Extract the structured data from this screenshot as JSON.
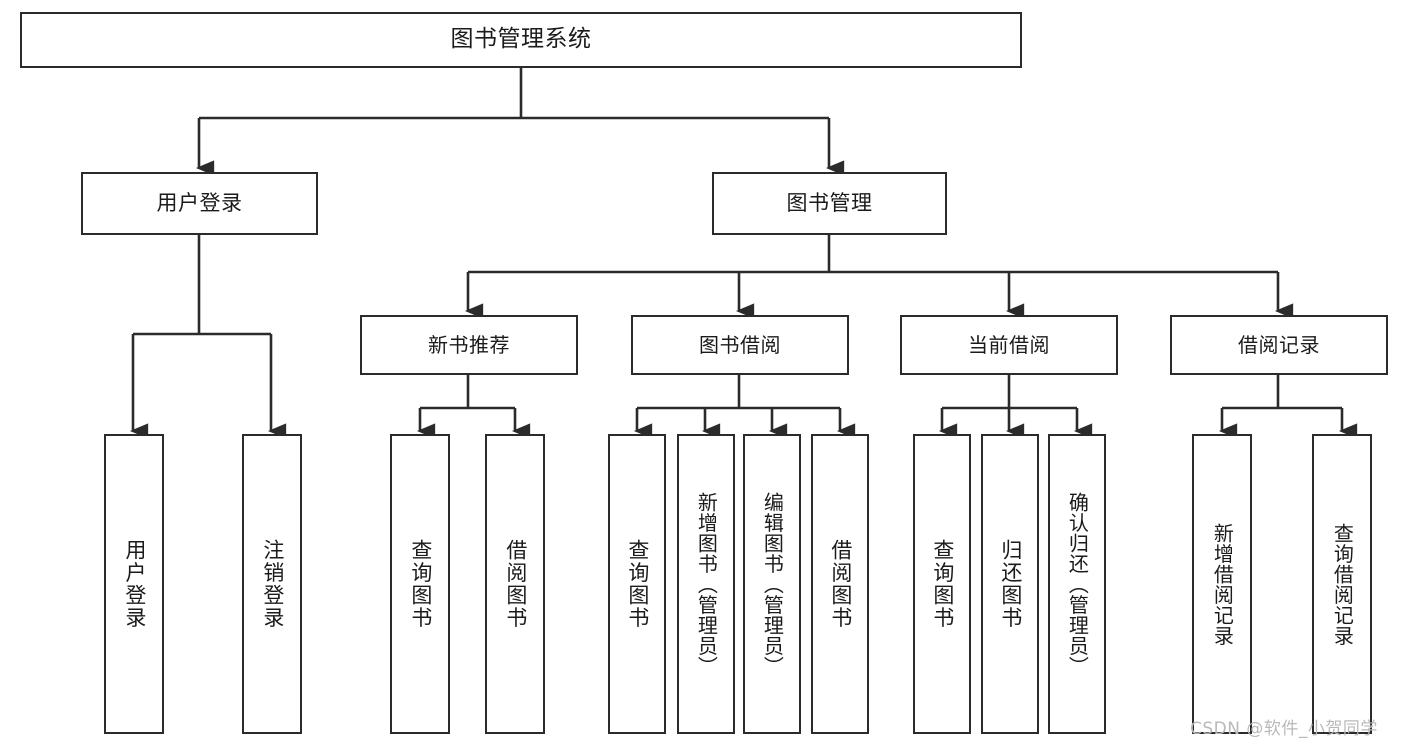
{
  "diagram": {
    "type": "tree-hierarchy-chart",
    "title_node": {
      "label": "图书管理系统"
    },
    "level1": [
      {
        "id": "user-login",
        "label": "用户登录"
      },
      {
        "id": "book-management",
        "label": "图书管理"
      }
    ],
    "level2": [
      {
        "id": "new-book-recommend",
        "label": "新书推荐",
        "parent": "book-management"
      },
      {
        "id": "book-borrow",
        "label": "图书借阅",
        "parent": "book-management"
      },
      {
        "id": "current-borrow",
        "label": "当前借阅",
        "parent": "book-management"
      },
      {
        "id": "borrow-record",
        "label": "借阅记录",
        "parent": "book-management"
      }
    ],
    "leaves": {
      "user_login": [
        {
          "id": "leaf-user-login",
          "label": "用户登录"
        },
        {
          "id": "leaf-logout-login",
          "label": "注销登录"
        }
      ],
      "new_book_recommend": [
        {
          "id": "leaf-query-book-1",
          "label": "查询图书"
        },
        {
          "id": "leaf-borrow-book-1",
          "label": "借阅图书"
        }
      ],
      "book_borrow": [
        {
          "id": "leaf-query-book-2",
          "label": "查询图书"
        },
        {
          "id": "leaf-add-book",
          "label": "新增图书（管理员）"
        },
        {
          "id": "leaf-edit-book",
          "label": "编辑图书（管理员）"
        },
        {
          "id": "leaf-borrow-book-2",
          "label": "借阅图书"
        }
      ],
      "current_borrow": [
        {
          "id": "leaf-query-book-3",
          "label": "查询图书"
        },
        {
          "id": "leaf-return-book",
          "label": "归还图书"
        },
        {
          "id": "leaf-confirm-return",
          "label": "确认归还（管理员）"
        }
      ],
      "borrow_record": [
        {
          "id": "leaf-add-record",
          "label": "新增借阅记录"
        },
        {
          "id": "leaf-query-record",
          "label": "查询借阅记录"
        }
      ]
    },
    "watermark": {
      "text": "CSDN @软件_小贺同学"
    },
    "colors": {
      "stroke": "#2b2b2b",
      "fill": "#ffffff",
      "text": "#1b1b1b",
      "watermark": "#b9b9b9"
    }
  }
}
